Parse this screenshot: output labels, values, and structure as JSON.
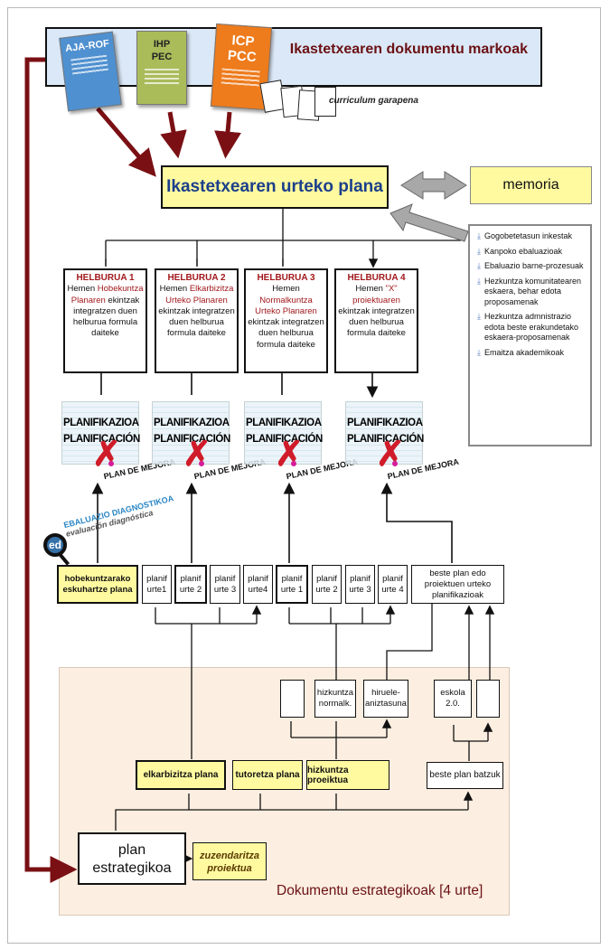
{
  "header": {
    "title": "Ikastetxearen dokumentu markoak",
    "books": [
      {
        "label": "AJA-ROF",
        "color": "#4f90d0"
      },
      {
        "label": "IHP",
        "label2": "PEC",
        "color": "#aabb5a"
      },
      {
        "label": "ICP",
        "label2": "PCC",
        "color": "#ee7b1c"
      }
    ],
    "curriculum": "curriculum garapena"
  },
  "annual_plan": "Ikastetxearen urteko plana",
  "memoria": "memoria",
  "memoria_items": [
    "Gogobetetasun inkestak",
    "Kanpoko ebaluazioak",
    "Ebaluazio barne-prozesuak",
    "Hezkuntza komunitatearen eskaera, behar edota proposamenak",
    "Hezkuntza admnistrazio edota beste erakundetako eskaera-proposamenak",
    "Emaitza akademikoak"
  ],
  "goals": [
    {
      "title": "HELBURUA 1",
      "line1": "Hemen",
      "red": "Hobekuntza",
      "red2": "Planaren",
      "tail": "ekintzak",
      "rest": "integratzen duen helburua formula daiteke"
    },
    {
      "title": "HELBURUA 2",
      "line1": "Hemen",
      "red": "Elkarbizitza",
      "red2": "Urteko Planaren",
      "tail": "",
      "rest": "ekintzak integratzen duen helburua formula daiteke"
    },
    {
      "title": "HELBURUA 3",
      "line1": "Hemen",
      "red": "Normalkuntza",
      "red2": "Urteko Planaren",
      "tail": "",
      "rest": "ekintzak integratzen duen helburua formula daiteke"
    },
    {
      "title": "HELBURUA 4",
      "line1": "Hemen",
      "red": "\"X\"",
      "red2": "proiektuaren",
      "tail": "",
      "rest": "ekintzak integratzen duen helburua formula daiteke"
    }
  ],
  "planning": {
    "word1": "PLANIFIKAZIOA",
    "word2": "PLANIFICACIÓN",
    "word3": "PLAN DE MEJORA"
  },
  "eval": {
    "line1": "EBALUAZIO DIAGNOSTIKOA",
    "line2": "evaluación diagnóstica",
    "lens": "ed"
  },
  "row_cells": {
    "hobekuntza": "hobekuntzarako eskuhartze plana",
    "g2": [
      "planif urte1",
      "planif urte 2",
      "planif urte 3",
      "planif urte4"
    ],
    "g3": [
      "planif urte 1",
      "planif urte 2",
      "planif urte 3",
      "planif urte 4"
    ],
    "beste": "beste plan edo proiektuen urteko planifikazioak"
  },
  "strategic": {
    "hizkuntza_normalk": "hizkuntza normalk.",
    "hiruele": "hiruele-aniztasuna",
    "eskola": "eskola 2.0.",
    "elkarbizitza": "elkarbizitza plana",
    "tutoretza": "tutoretza plana",
    "hizkuntza_proiektua": "hizkuntza proeiktua",
    "beste_plan": "beste plan batzuk",
    "plan_estrategikoa": "plan estrategikoa",
    "zuzendaritza": "zuzendaritza proiektua",
    "title": "Dokumentu estrategikoak [4 urte]"
  }
}
